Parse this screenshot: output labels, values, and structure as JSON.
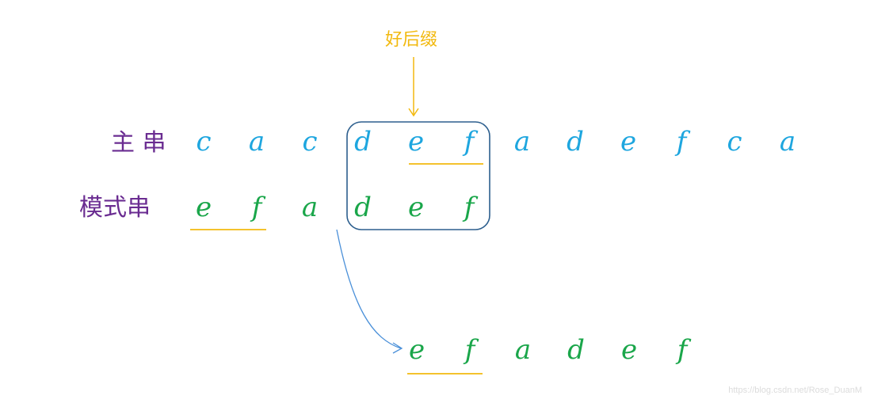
{
  "labels": {
    "good_suffix": "好后缀",
    "main_string": "主 串",
    "pattern": "模式串"
  },
  "main_string_chars": [
    "c",
    "a",
    "c",
    "d",
    "e",
    "f",
    "a",
    "d",
    "e",
    "f",
    "c",
    "a"
  ],
  "pattern_chars": [
    "e",
    "f",
    "a",
    "d",
    "e",
    "f"
  ],
  "shifted_pattern_chars": [
    "e",
    "f",
    "a",
    "d",
    "e",
    "f"
  ],
  "watermark": "https://blog.csdn.net/Rose_DuanM",
  "colors": {
    "label": "#6a2c91",
    "main_string": "#1ea6df",
    "pattern": "#1aa64a",
    "highlight": "#f2b90f",
    "box": "#2d5f8e",
    "arrow": "#4a90d9"
  }
}
